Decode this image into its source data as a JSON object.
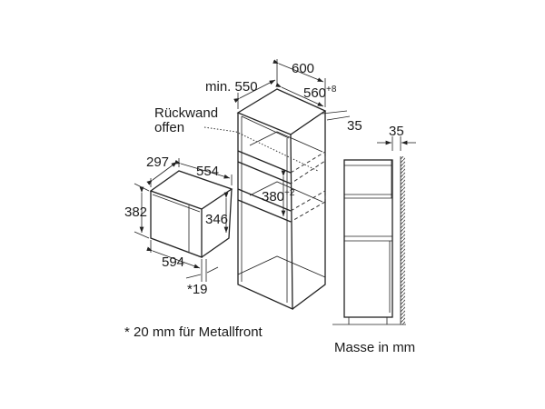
{
  "dimensions": {
    "cabinet_width": "600",
    "cabinet_depth_min": "min. 550",
    "niche_width": "560",
    "niche_width_tolerance": "+8",
    "rear_gap": "35",
    "side_rear_gap": "35",
    "niche_height": "380",
    "niche_height_tolerance": "+2",
    "appliance_depth_front": "297",
    "appliance_depth": "554",
    "appliance_height": "382",
    "appliance_body_height": "346",
    "appliance_width": "594",
    "front_thickness": "*19"
  },
  "labels": {
    "rear_wall_line1": "Rückwand",
    "rear_wall_line2": "offen",
    "footnote": "* 20 mm für Metallfront",
    "units": "Masse in mm"
  }
}
